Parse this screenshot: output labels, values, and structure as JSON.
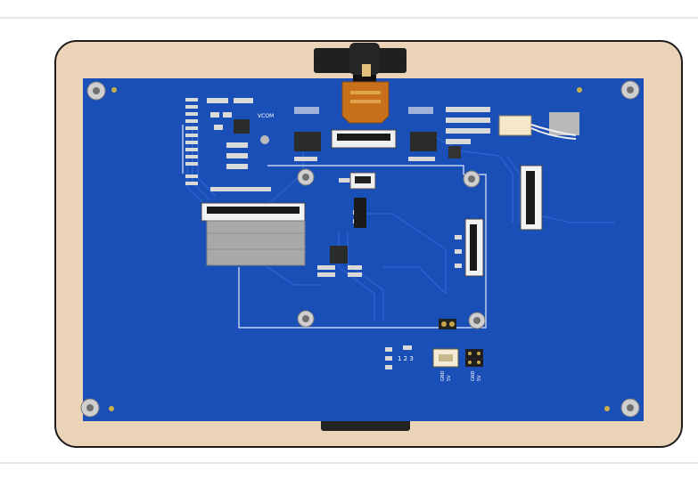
{
  "board": {
    "silkscreen": {
      "vcom": "VCOM",
      "header_numbers": "1 2 3",
      "gnd_left": "GND",
      "pin_left": "5V",
      "gnd_right": "GND",
      "pin_right": "5V"
    }
  },
  "colors": {
    "bezel": "#ead3b6",
    "bezel_edge": "#1c1c1c",
    "pcb": "#1b4fb8",
    "pcb_dark": "#1844a3",
    "trace": "#2d62cc",
    "outline_white": "#dfe8f7",
    "chip": "#2b2b2b",
    "fpc_orange": "#c8711a",
    "ribbon": "#a9a9a9"
  }
}
